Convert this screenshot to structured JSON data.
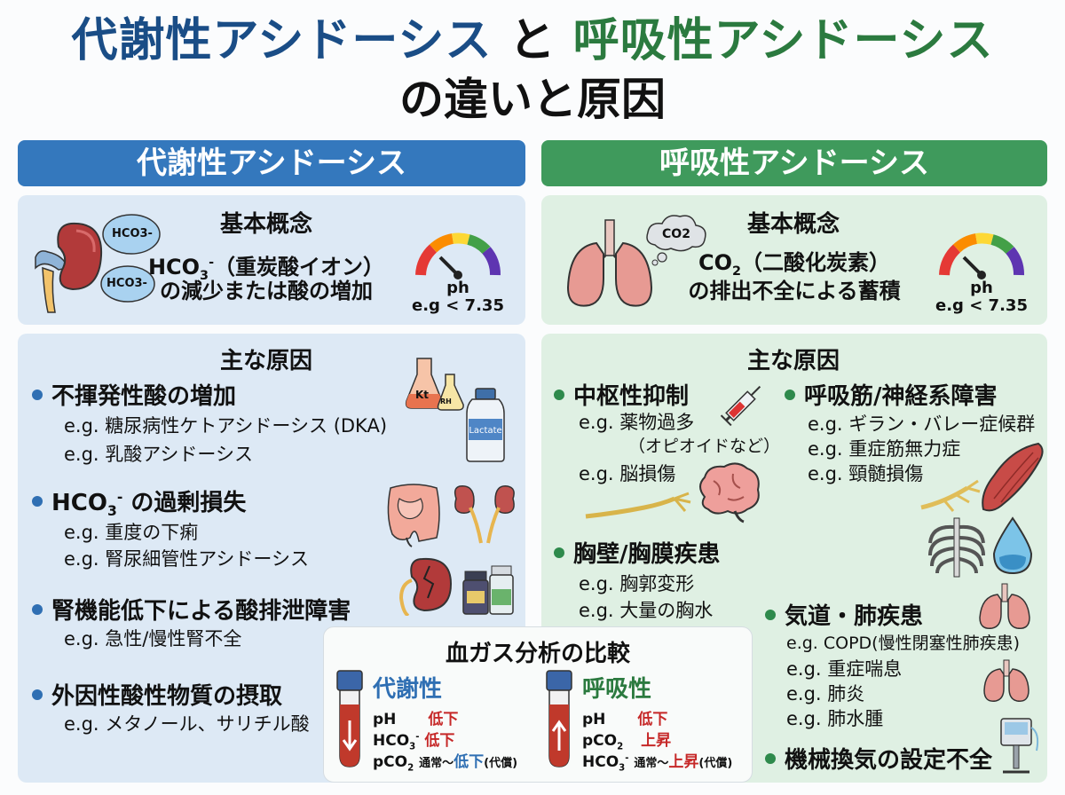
{
  "title": {
    "metabolic": "代謝性アシドーシス",
    "and": "と",
    "respiratory": "呼吸性アシドーシス",
    "line2": "の違いと原因"
  },
  "colors": {
    "blue_header": "#3478bd",
    "green_header": "#3f9a5c",
    "blue_panel": "#dde9f5",
    "green_panel": "#dff0e3",
    "red_value": "#c62828"
  },
  "left": {
    "header": "代謝性アシドーシス",
    "concept": {
      "title": "基本概念",
      "line1_prefix": "HCO",
      "line1_sub": "3",
      "line1_sup": "-",
      "line1_suffix": "（重炭酸イオン）",
      "line2": "の減少または酸の増加",
      "bubble1": "HCO3-",
      "bubble2": "HCO3-",
      "ph_label": "ph",
      "ph_value": "e.g < 7.35"
    },
    "causes": {
      "title": "主な原因",
      "items": [
        {
          "label": "不揮発性酸の増加",
          "examples": [
            "e.g. 糖尿病性ケトアシドーシス (DKA)",
            "e.g. 乳酸アシドーシス"
          ]
        },
        {
          "label_prefix": "HCO",
          "label_sub": "3",
          "label_sup": "-",
          "label_suffix": " の過剰損失",
          "examples": [
            "e.g. 重度の下痢",
            "e.g. 腎尿細管性アシドーシス"
          ]
        },
        {
          "label": "腎機能低下による酸排泄障害",
          "examples": [
            "e.g. 急性/慢性腎不全"
          ]
        },
        {
          "label": "外因性酸性物質の摂取",
          "examples": [
            "e.g. メタノール、サリチル酸"
          ]
        }
      ],
      "flask_label1": "Kt",
      "flask_label2": "RH",
      "bottle_label": "Lactate"
    }
  },
  "right": {
    "header": "呼吸性アシドーシス",
    "concept": {
      "title": "基本概念",
      "line1_prefix": "CO",
      "line1_sub": "2",
      "line1_suffix": "（二酸化炭素）",
      "line2": "の排出不全による蓄積",
      "cloud": "CO2",
      "ph_label": "ph",
      "ph_value": "e.g < 7.35"
    },
    "causes": {
      "title": "主な原因",
      "cns": {
        "label": "中枢性抑制",
        "examples": [
          "e.g. 薬物過多",
          "（オピオイドなど）",
          "e.g. 脳損傷"
        ]
      },
      "muscle": {
        "label": "呼吸筋/神経系障害",
        "examples": [
          "e.g. ギラン・バレー症候群",
          "e.g. 重症筋無力症",
          "e.g. 頸髄損傷"
        ]
      },
      "chest": {
        "label": "胸壁/胸膜疾患",
        "examples": [
          "e.g. 胸郭変形",
          "e.g. 大量の胸水"
        ]
      },
      "airway": {
        "label": "気道・肺疾患",
        "examples": [
          "e.g. COPD(慢性閉塞性肺疾患)",
          "e.g. 重症喘息",
          "e.g. 肺炎",
          "e.g. 肺水腫"
        ]
      },
      "vent": {
        "label": "機械換気の設定不全"
      }
    }
  },
  "blood_gas": {
    "title": "血ガス分析の比較",
    "metabolic": {
      "head": "代謝性",
      "ph_key": "pH",
      "ph_val": "低下",
      "hco3_key": "HCO",
      "hco3_val": "低下",
      "pco2_key": "pCO",
      "pco2_pre": "通常〜",
      "pco2_hl": "低下",
      "pco2_post": "(代償)"
    },
    "respiratory": {
      "head": "呼吸性",
      "ph_key": "pH",
      "ph_val": "低下",
      "pco2_key": "pCO",
      "pco2_val": "上昇",
      "hco3_key": "HCO",
      "hco3_pre": "通常〜",
      "hco3_hl": "上昇",
      "hco3_post": "(代償)"
    }
  }
}
